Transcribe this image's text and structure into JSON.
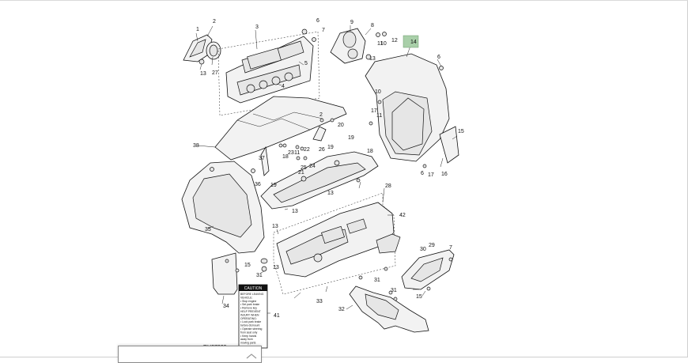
{
  "diagram": {
    "figure_id": "RH37029",
    "highlighted_callout": "14",
    "colors": {
      "highlight": "#a9cfa9",
      "line": "#111111",
      "part_fill": "#f2f2f2"
    },
    "caution_label": {
      "heading": "CAUTION",
      "lines": [
        "BEFORE LEAVING",
        "VEHICLE:",
        "• Stop engine",
        "• Set park brake",
        "• Remove key",
        "HELP PREVENT",
        "INJURY WHEN",
        "OPERATING:",
        "• Lock park brake",
        "before dismount",
        "• Operate steering",
        "from seat only",
        "• Keep hands",
        "away from",
        "moving parts"
      ]
    },
    "callouts": [
      "1",
      "2",
      "27",
      "13",
      "3",
      "6",
      "7",
      "5",
      "4",
      "9",
      "8",
      "13",
      "11",
      "10",
      "12",
      "14",
      "6",
      "10",
      "17",
      "11",
      "2",
      "20",
      "16",
      "17",
      "6",
      "15",
      "18",
      "38",
      "18",
      "23",
      "11",
      "22",
      "19",
      "26",
      "25",
      "24",
      "37",
      "36",
      "19",
      "13",
      "28",
      "13",
      "42",
      "35",
      "13",
      "15",
      "13",
      "31",
      "31",
      "33",
      "29",
      "7",
      "30",
      "15",
      "34",
      "41",
      "32",
      "31",
      "21",
      "19"
    ]
  }
}
